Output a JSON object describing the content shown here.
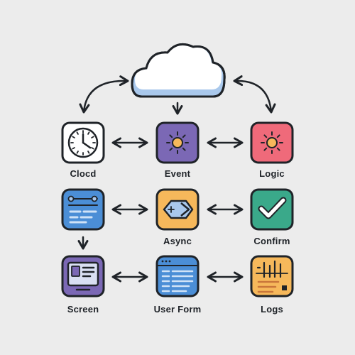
{
  "diagram": {
    "nodes": [
      {
        "label": "Clocd",
        "icon": "clock-icon",
        "color": "#ffffff"
      },
      {
        "label": "Event",
        "icon": "sun-icon",
        "color": "#7b68b5"
      },
      {
        "label": "Logic",
        "icon": "sun-icon",
        "color": "#ef6a7a"
      },
      {
        "label": "",
        "icon": "timeline-icon",
        "color": "#4b8ed6"
      },
      {
        "label": "Async",
        "icon": "code-tag-icon",
        "color": "#f6b85b"
      },
      {
        "label": "Confirm",
        "icon": "checkmark-icon",
        "color": "#3aa98a"
      },
      {
        "label": "Screen",
        "icon": "monitor-icon",
        "color": "#7b68b5"
      },
      {
        "label": "User Form",
        "icon": "form-icon",
        "color": "#4b8ed6"
      },
      {
        "label": "Logs",
        "icon": "log-icon",
        "color": "#f6b85b"
      }
    ],
    "cloud": {
      "icon": "cloud-icon",
      "color": "#ffffff",
      "shadow": "#a9c8ec"
    }
  }
}
